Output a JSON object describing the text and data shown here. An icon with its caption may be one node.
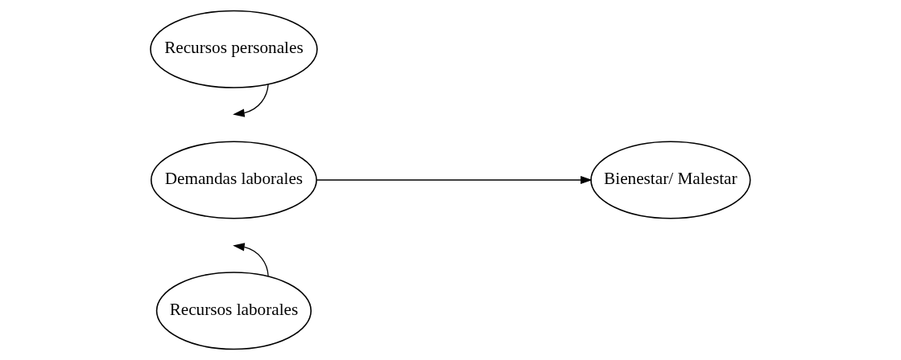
{
  "diagram": {
    "nodes": [
      {
        "text": [
          "Recursos personales"
        ]
      },
      {
        "text": [
          "Demandas laborales"
        ]
      },
      {
        "text": [
          "Bienestar/ Malestar"
        ]
      },
      {
        "text": [
          "Recursos laborales"
        ]
      }
    ],
    "edges": [
      {
        "from": 1,
        "to": 2,
        "arrow": "to"
      },
      {
        "from": 0,
        "to": null,
        "arrow": "to"
      },
      {
        "from": 3,
        "to": null,
        "arrow": "to"
      }
    ]
  }
}
